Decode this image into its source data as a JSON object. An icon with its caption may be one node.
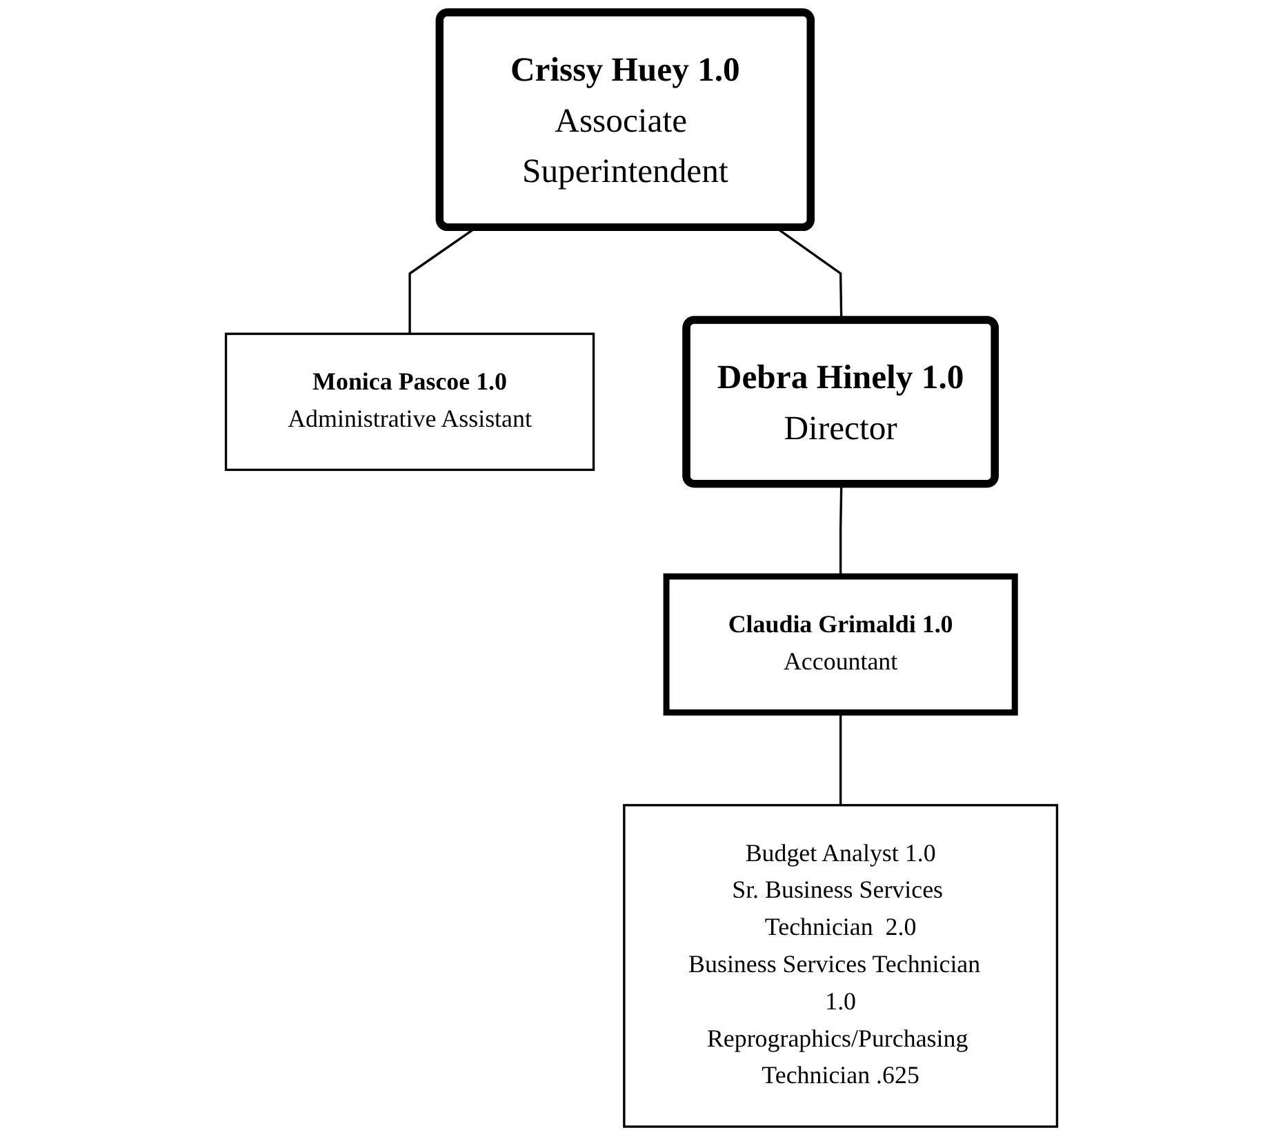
{
  "diagram": {
    "nodes": [
      {
        "text": [
          "Crissy Huey 1.0",
          "Associate Superintendent"
        ]
      },
      {
        "text": [
          "Monica Pascoe 1.0",
          "Administrative Assistant"
        ]
      },
      {
        "text": [
          "Debra Hinely 1.0",
          "Director"
        ]
      },
      {
        "text": [
          "Claudia Grimaldi 1.0",
          "Accountant"
        ]
      },
      {
        "text": [
          "Budget Analyst 1.0",
          "Sr. Business Services Technician  2.0",
          "Business Services Technician  1.0",
          "Reprographics/Purchasing Technician .625"
        ]
      }
    ],
    "edges": [
      {
        "from": 0,
        "to": 1,
        "arrow": "none"
      },
      {
        "from": 0,
        "to": 2,
        "arrow": "none"
      },
      {
        "from": 2,
        "to": 3,
        "arrow": "none"
      },
      {
        "from": 3,
        "to": 4,
        "arrow": "none"
      }
    ]
  }
}
